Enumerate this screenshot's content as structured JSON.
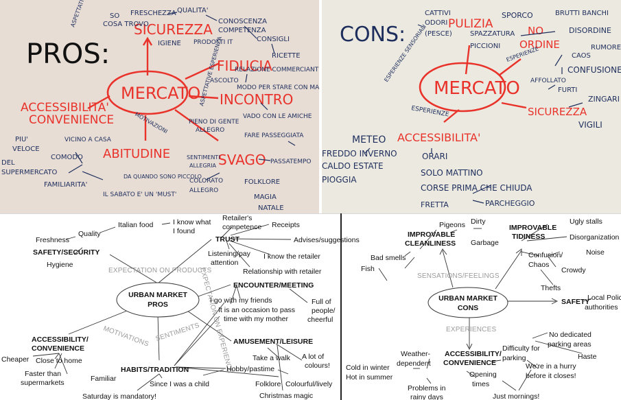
{
  "photo_pros": {
    "heading": "PROS:",
    "center": "MERCATO",
    "nodes": [
      "SICUREZZA",
      "FIDUCIA",
      "INCONTRO",
      "SVAGO",
      "ABITUDINE",
      "ACCESSIBILITA'",
      "CONVENIENCE"
    ],
    "notes": [
      "FRESCHEZZA",
      "QUALITA'",
      "SO",
      "COSA TROVO",
      "IGIENE",
      "PRODOTTI IT",
      "CONOSCENZA",
      "COMPETENZA",
      "CONSIGLI",
      "RICETTE",
      "ASCOLTO",
      "RELAZIONE COMMERCIANTE",
      "MODO PER STARE CON MAMMA",
      "ASPETTATIVE PRODOTTI",
      "ASPETTATIVE ESPERIENZA",
      "PIENO DI GENTE",
      "ALLEGRO",
      "VADO CON LE AMICHE",
      "FARE PASSEGGIATA",
      "PASSATEMPO",
      "SENTIMENTI",
      "ALLEGRIA",
      "COLORATO",
      "ALLEGRO",
      "FOLKLORE",
      "MAGIA",
      "NATALE",
      "MOTIVAZIONI",
      "PIU'",
      "VELOCE",
      "DEL",
      "SUPERMERCATO",
      "COMODO",
      "VICINO A CASA",
      "FAMILIARITA'",
      "DA QUANDO SONO PICCOLO",
      "IL SABATO E' UN 'MUST'"
    ]
  },
  "photo_cons": {
    "heading": "CONS:",
    "center": "MERCATO",
    "nodes": [
      "PULIZIA",
      "NO",
      "ORDINE",
      "SICUREZZA",
      "ACCESSIBILITA'"
    ],
    "notes": [
      "CATTIVI",
      "ODORI",
      "(PESCE)",
      "SPORCO",
      "SPAZZATURA",
      "PICCIONI",
      "BRUTTI BANCHI",
      "DISORDINE",
      "RUMORE",
      "CAOS",
      "CONFUSIONE",
      "AFFOLLATO",
      "FURTI",
      "ZINGARI",
      "VIGILI",
      "ESPERIENZE SENSORIALI",
      "ESPERIENZE",
      "ESPERIENZE",
      "METEO",
      "FREDDO INVERNO",
      "CALDO ESTATE",
      "PIOGGIA",
      "ORARI",
      "SOLO MATTINO",
      "CORSE PRIMA CHE CHIUDA",
      "FRETTA",
      "PARCHEGGIO"
    ]
  },
  "pros_map": {
    "center": [
      "URBAN MARKET",
      "PROS"
    ],
    "trust": "TRUST",
    "safety": "SAFETY/SECURITY",
    "encounter": "ENCOUNTER/MEETING",
    "amusement": "AMUSEMENT/LEISURE",
    "habits": "HABITS/TRADITION",
    "accessibility": [
      "ACCESSIBILITY/",
      "CONVENIENCE"
    ],
    "cat_products": "EXPECTATION ON PRODUCTS",
    "cat_experience": "EXPECTATION ON EXPERIENCE",
    "cat_motivations": "MOTIVATIONS",
    "cat_sentiments": "SENTIMENTS",
    "freshness": "Freshness",
    "quality": "Quality",
    "italian_food": "Italian food",
    "i_know_what": [
      "I know what",
      "I found"
    ],
    "hygiene": "Hygiene",
    "retailer_comp": [
      "Retailer's",
      "competence"
    ],
    "receipts": "Receipts",
    "advises": "Advises/suggestions",
    "listening": [
      "Listening/pay",
      "attention"
    ],
    "i_know_retailer": "I know the retailer",
    "relationship": "Relationship with retailer",
    "friends": "I go with my friends",
    "occasion": [
      "It is an occasion to pass",
      "time with my mother"
    ],
    "full_of": [
      "Full of",
      "people/",
      "cheerful"
    ],
    "walk": "Take a walk",
    "colours": [
      "A lot of",
      "colours!"
    ],
    "hobby": "Hobby/pastime",
    "folklore": "Folklore",
    "colourful": "Colourful/lively",
    "christmas": "Christmas magic",
    "since_child": "Since I was a child",
    "saturday": "Saturday is mandatory!",
    "familiar": "Familiar",
    "cheaper": "Cheaper",
    "close_home": "Close to home",
    "faster": [
      "Faster than",
      "supermarkets"
    ]
  },
  "cons_map": {
    "center": [
      "URBAN MARKET",
      "CONS"
    ],
    "cleanliness": [
      "IMPROVABLE",
      "CLEANLINESS"
    ],
    "tidiness": [
      "IMPROVABLE",
      "TIDINESS"
    ],
    "safety": "SAFETY",
    "accessibility": [
      "ACCESSIBILITY/",
      "CONVENIENCE"
    ],
    "cat_sensations": "SENSATIONS/FEELINGS",
    "cat_experiences": "EXPERIENCES",
    "pigeons": "Pigeons",
    "dirty": "Dirty",
    "garbage": "Garbage",
    "bad_smells": "Bad smells",
    "fish": "Fish",
    "ugly_stalls": "Ugly stalls",
    "disorganization": "Disorganization",
    "confusion": [
      "Confusion/",
      "Chaos"
    ],
    "noise": "Noise",
    "crowdy": "Crowdy",
    "thefts": "Thefts",
    "local_police": [
      "Local Police",
      "authorities"
    ],
    "weather": [
      "Weather-",
      "dependent"
    ],
    "cold_winter": "Cold in winter",
    "hot_summer": "Hot in summer",
    "rainy": [
      "Problems in",
      "rainy days"
    ],
    "opening": [
      "Opening",
      "times"
    ],
    "difficulty": [
      "Difficulty for",
      "parking"
    ],
    "no_parking": [
      "No dedicated",
      "parking areas"
    ],
    "haste": "Haste",
    "hurry": [
      "We're in a hurry",
      "before it closes!"
    ],
    "mornings": "Just mornings!"
  }
}
